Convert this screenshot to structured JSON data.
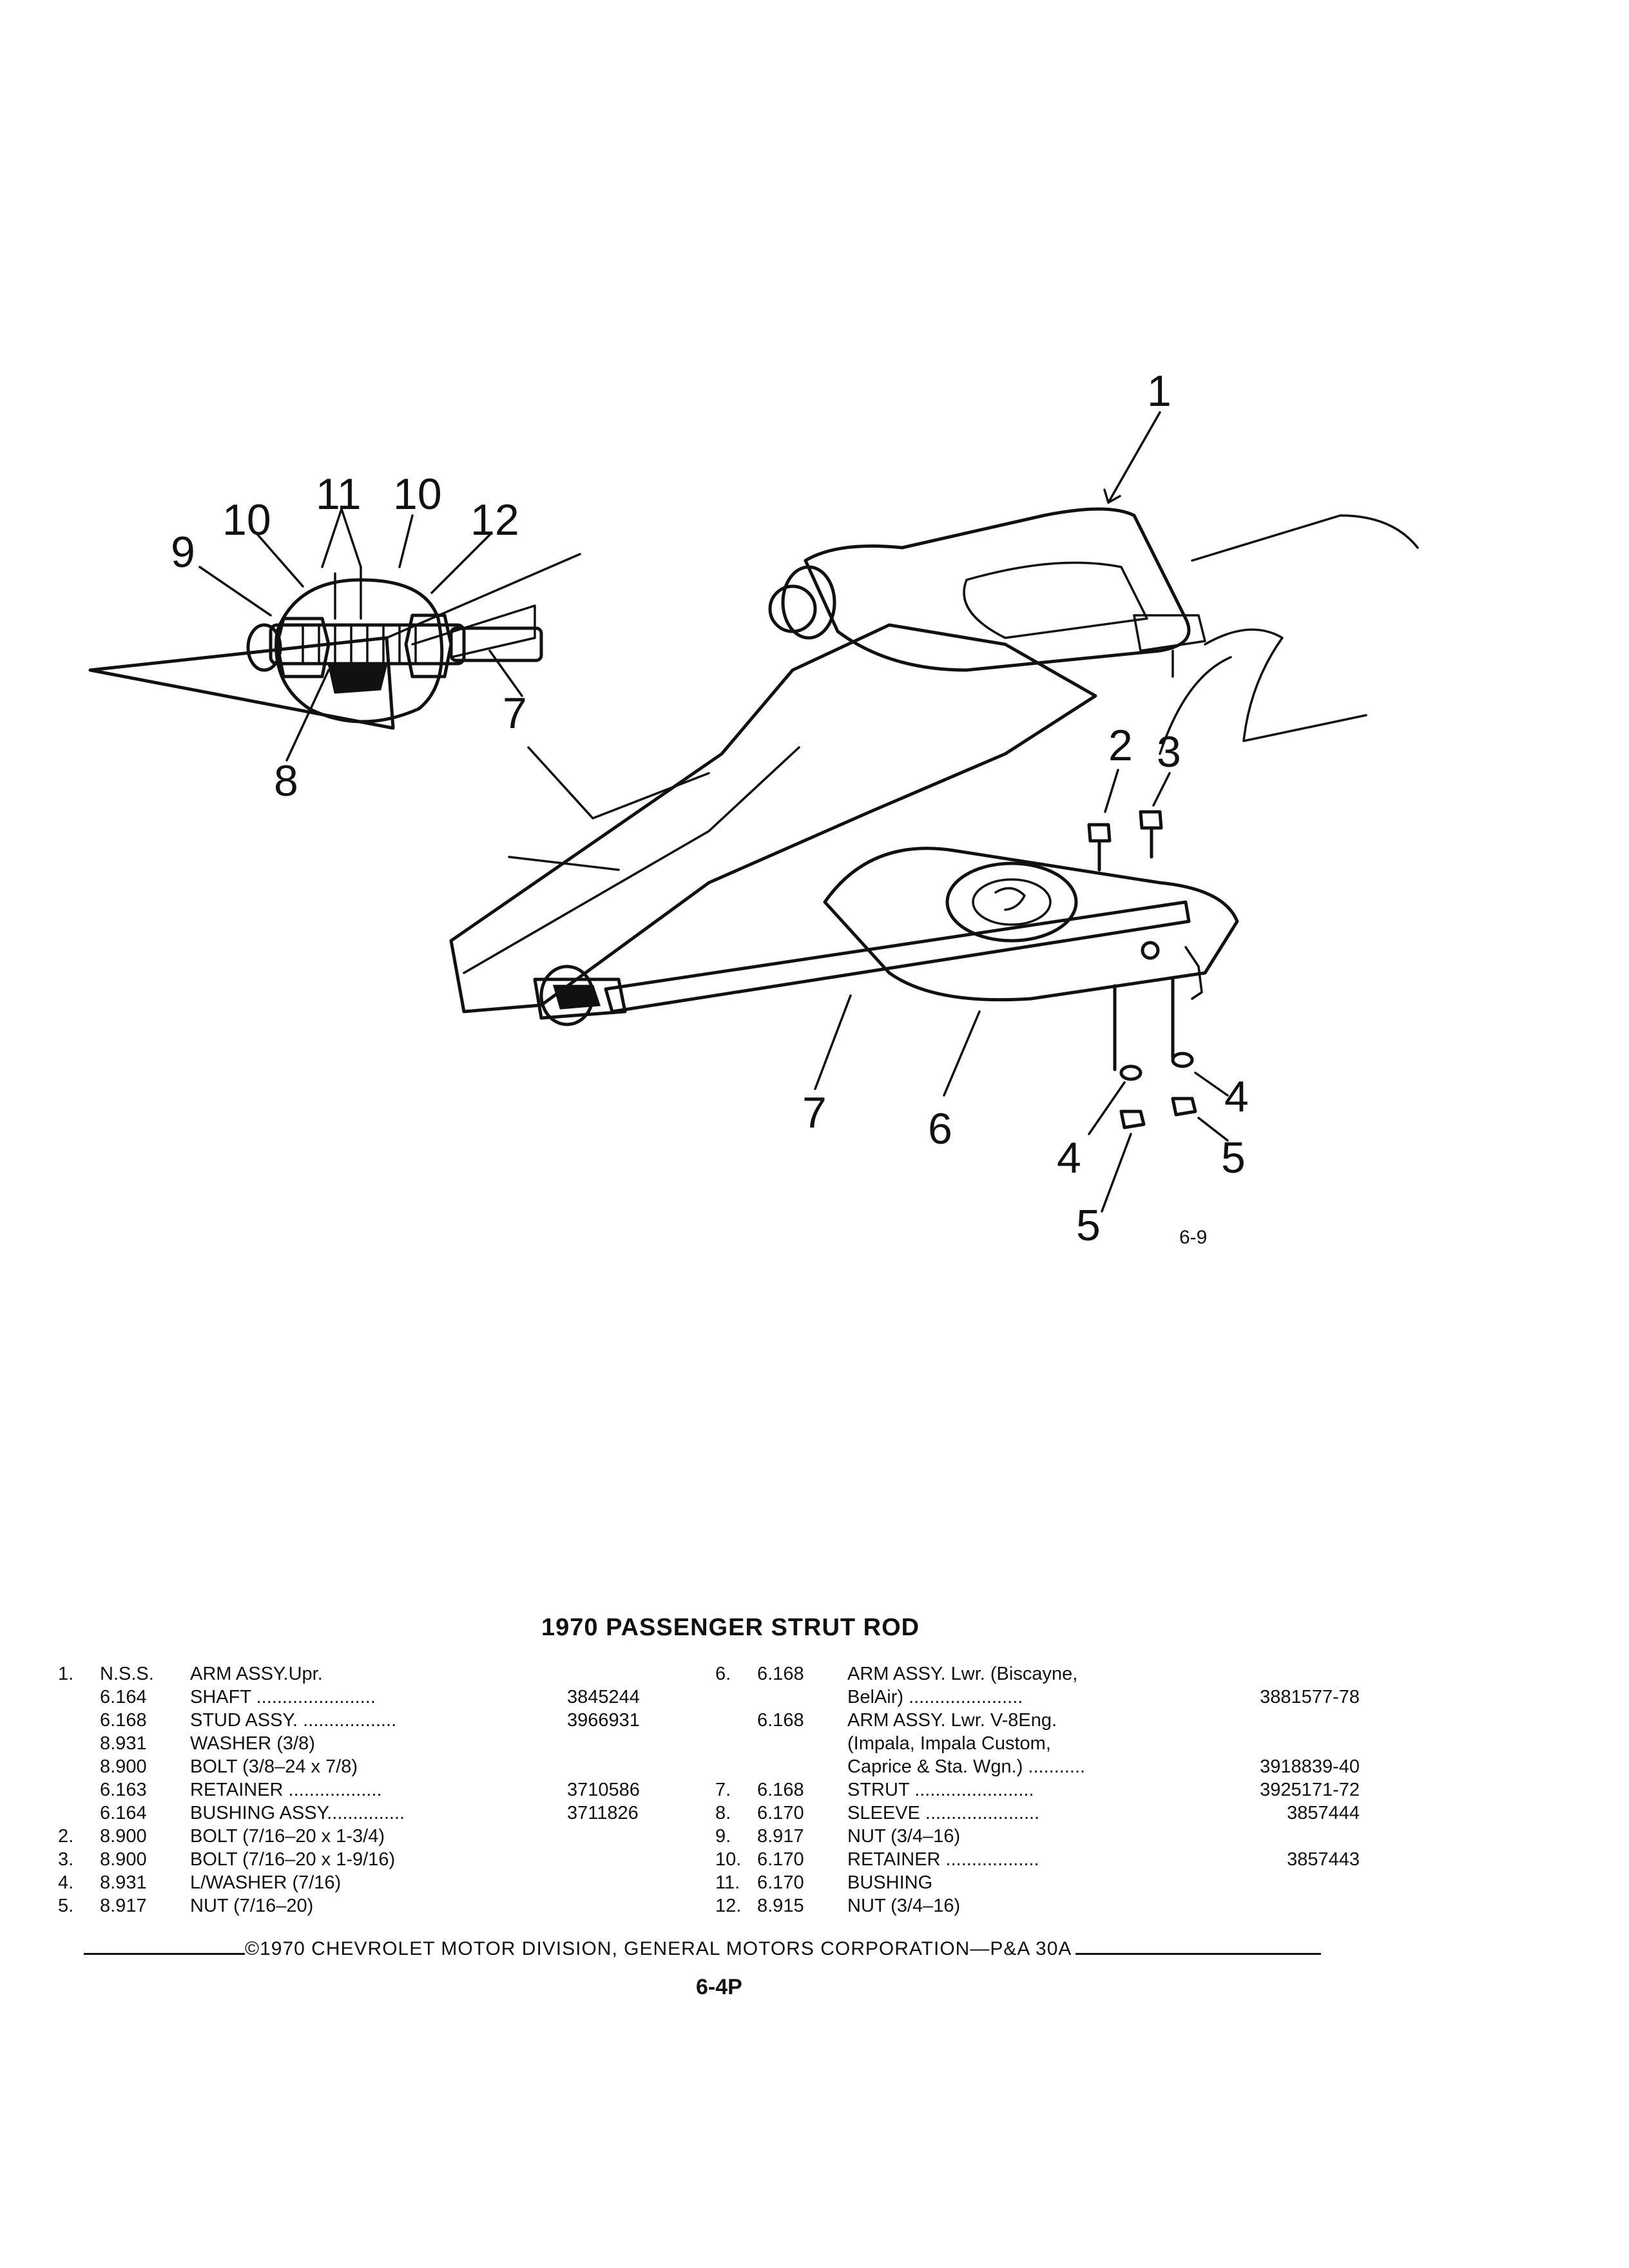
{
  "figure": {
    "callouts": {
      "c1": "1",
      "c2": "2",
      "c3": "3",
      "c4a": "4",
      "c4b": "4",
      "c5a": "5",
      "c5b": "5",
      "c6": "6",
      "c7a": "7",
      "c7b": "7",
      "c8": "8",
      "c9": "9",
      "c10a": "10",
      "c10b": "10",
      "c11": "11",
      "c12": "12"
    },
    "figure_ref": "6-9"
  },
  "title": "1970 PASSENGER STRUT ROD",
  "parts_left": [
    {
      "num": "1.",
      "group": "N.S.S.",
      "name": "ARM ASSY.Upr.",
      "part": ""
    },
    {
      "num": "",
      "group": "6.164",
      "name": "SHAFT .......................",
      "part": "3845244"
    },
    {
      "num": "",
      "group": "6.168",
      "name": "STUD ASSY. ..................",
      "part": "3966931"
    },
    {
      "num": "",
      "group": "8.931",
      "name": "WASHER (3/8)",
      "part": ""
    },
    {
      "num": "",
      "group": "8.900",
      "name": "BOLT (3/8–24 x 7/8)",
      "part": ""
    },
    {
      "num": "",
      "group": "6.163",
      "name": "RETAINER ..................",
      "part": "3710586"
    },
    {
      "num": "",
      "group": "6.164",
      "name": "BUSHING ASSY...............",
      "part": "3711826"
    },
    {
      "num": "2.",
      "group": "8.900",
      "name": "BOLT (7/16–20 x 1-3/4)",
      "part": ""
    },
    {
      "num": "3.",
      "group": "8.900",
      "name": "BOLT (7/16–20 x 1-9/16)",
      "part": ""
    },
    {
      "num": "4.",
      "group": "8.931",
      "name": "L/WASHER (7/16)",
      "part": ""
    },
    {
      "num": "5.",
      "group": "8.917",
      "name": "NUT (7/16–20)",
      "part": ""
    }
  ],
  "parts_right": [
    {
      "num": "6.",
      "group": "6.168",
      "name": "ARM ASSY. Lwr. (Biscayne,",
      "name2": "BelAir) ......................",
      "part": "3881577-78"
    },
    {
      "num": "",
      "group": "6.168",
      "name": "ARM ASSY. Lwr. V-8Eng.",
      "name2": "(Impala, Impala Custom,",
      "name3": "Caprice & Sta. Wgn.) ...........",
      "part": "3918839-40"
    },
    {
      "num": "7.",
      "group": "6.168",
      "name": "STRUT .......................",
      "part": "3925171-72"
    },
    {
      "num": "8.",
      "group": "6.170",
      "name": "SLEEVE ......................",
      "part": "3857444"
    },
    {
      "num": "9.",
      "group": "8.917",
      "name": "NUT (3/4–16)",
      "part": ""
    },
    {
      "num": "10.",
      "group": "6.170",
      "name": "RETAINER ..................",
      "part": "3857443"
    },
    {
      "num": "11.",
      "group": "6.170",
      "name": "BUSHING",
      "part": ""
    },
    {
      "num": "12.",
      "group": "8.915",
      "name": "NUT (3/4–16)",
      "part": ""
    }
  ],
  "footer": {
    "copyright": "©1970 CHEVROLET MOTOR DIVISION, GENERAL MOTORS CORPORATION—P&A 30A",
    "page_number": "6-4P"
  }
}
